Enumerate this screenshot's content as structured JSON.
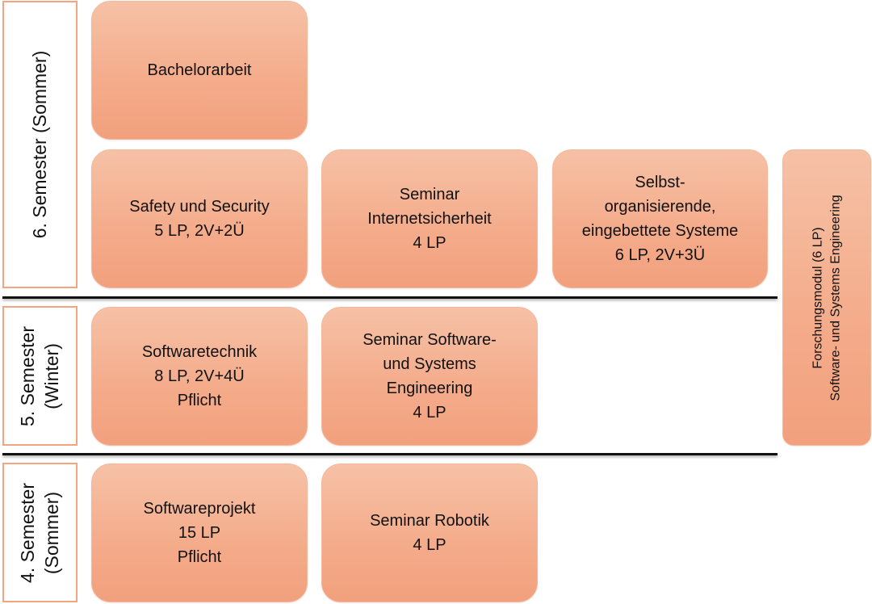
{
  "semesters": [
    {
      "id": "s6",
      "label": "6. Semester (Sommer)"
    },
    {
      "id": "s5",
      "label": "5. Semester\n(Winter)"
    },
    {
      "id": "s4",
      "label": "4. Semester\n(Sommer)"
    }
  ],
  "modules": {
    "bachelorarbeit": "Bachelorarbeit",
    "safety": "Safety und Security\n5 LP, 2V+2Ü",
    "internetsicherheit": "Seminar\nInternetsicherheit\n4 LP",
    "selbstorganisierende": "Selbst-\norganisierende,\neingebettete Systeme\n6 LP, 2V+3Ü",
    "forschungsmodul": "Forschungsmodul (6 LP)\nSoftware- und Systems Engineering",
    "softwaretechnik": "Softwaretechnik\n8 LP, 2V+4Ü\nPflicht",
    "seminar_sse": "Seminar Software-\nund Systems\nEngineering\n4 LP",
    "softwareprojekt": "Softwareprojekt\n15 LP\nPflicht",
    "robotik": "Seminar Robotik\n4 LP"
  },
  "colors": {
    "module_fill_top": "#f6c1a6",
    "module_fill_bottom": "#f2a07d",
    "semester_border": "#f4a57e",
    "divider": "#111111"
  }
}
